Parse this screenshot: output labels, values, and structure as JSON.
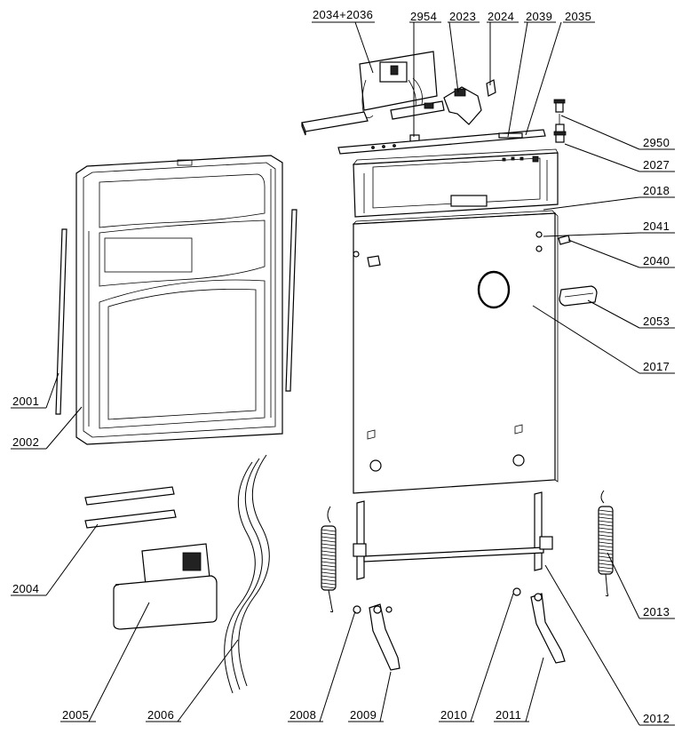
{
  "labels": {
    "p2034_2036": "2034+2036",
    "p2954": "2954",
    "p2023": "2023",
    "p2024": "2024",
    "p2039": "2039",
    "p2035": "2035",
    "p2950": "2950",
    "p2027": "2027",
    "p2018": "2018",
    "p2041": "2041",
    "p2040": "2040",
    "p2053": "2053",
    "p2017": "2017",
    "p2001": "2001",
    "p2002": "2002",
    "p2004": "2004",
    "p2005": "2005",
    "p2006": "2006",
    "p2008": "2008",
    "p2009": "2009",
    "p2010": "2010",
    "p2011": "2011",
    "p2012": "2012",
    "p2013": "2013"
  }
}
